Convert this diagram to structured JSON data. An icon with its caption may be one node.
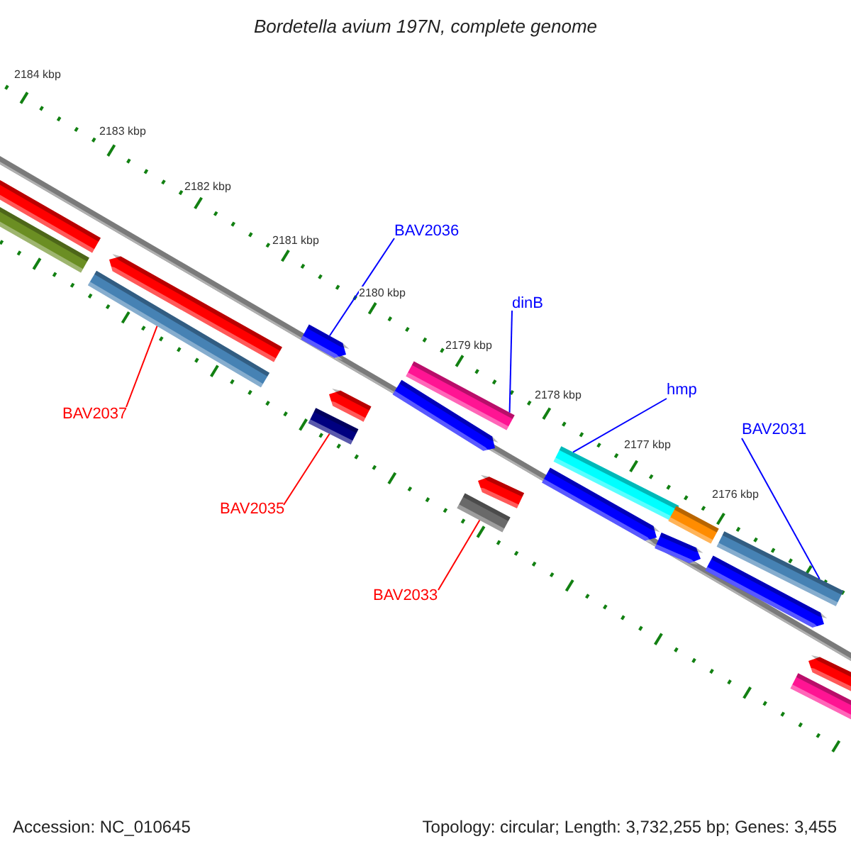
{
  "diagram": {
    "title": "Bordetella avium 197N, complete genome",
    "nodes": [
      {
        "text": [],
        "shape": "bar"
      },
      {
        "text": [],
        "shape": "bar"
      },
      {
        "text": [],
        "shape": "pentagon"
      },
      {
        "text": [],
        "shape": "bar"
      },
      {
        "text": [],
        "shape": "pentagon"
      },
      {
        "text": [],
        "shape": "pentagon"
      },
      {
        "text": [],
        "shape": "bar"
      },
      {
        "text": [],
        "shape": "bar"
      },
      {
        "text": [],
        "shape": "pentagon"
      },
      {
        "text": [],
        "shape": "pentagon"
      },
      {
        "text": [],
        "shape": "bar"
      },
      {
        "text": [],
        "shape": "bar"
      },
      {
        "text": [],
        "shape": "pentagon"
      },
      {
        "text": [],
        "shape": "bar"
      },
      {
        "text": [],
        "shape": "pentagon"
      },
      {
        "text": [],
        "shape": "bar"
      },
      {
        "text": [],
        "shape": "pentagon"
      },
      {
        "text": [],
        "shape": "pentagon"
      },
      {
        "text": [],
        "shape": "bar"
      },
      {
        "text": [
          "BAV2036"
        ]
      },
      {
        "text": [
          "dinB"
        ]
      },
      {
        "text": [
          "hmp"
        ]
      },
      {
        "text": [
          "BAV2037"
        ]
      },
      {
        "text": [
          "BAV2031"
        ]
      },
      {
        "text": [
          "BAV2035"
        ]
      },
      {
        "text": [
          "BAV2033"
        ]
      }
    ],
    "edges": [
      {
        "from": 19,
        "to": 4,
        "arrow": "none",
        "color": "#0000ff"
      },
      {
        "from": 20,
        "to": 7,
        "arrow": "none",
        "color": "#0000ff"
      },
      {
        "from": 21,
        "to": 11,
        "arrow": "none",
        "color": "#0000ff"
      },
      {
        "from": 22,
        "to": 3,
        "arrow": "none",
        "color": "#ff0000"
      },
      {
        "from": 23,
        "to": 15,
        "arrow": "none",
        "color": "#0000ff"
      },
      {
        "from": 24,
        "to": 6,
        "arrow": "none",
        "color": "#ff0000"
      },
      {
        "from": 25,
        "to": 10,
        "arrow": "none",
        "color": "#ff0000"
      }
    ],
    "labels": [
      "2184 kbp",
      "2183 kbp",
      "2182 kbp",
      "2181 kbp",
      "2180 kbp",
      "2179 kbp",
      "2178 kbp",
      "2177 kbp",
      "2176 kbp",
      "Accession: NC_010645",
      "Topology: circular; Length: 3,732,255 bp; Genes: 3,455"
    ]
  }
}
